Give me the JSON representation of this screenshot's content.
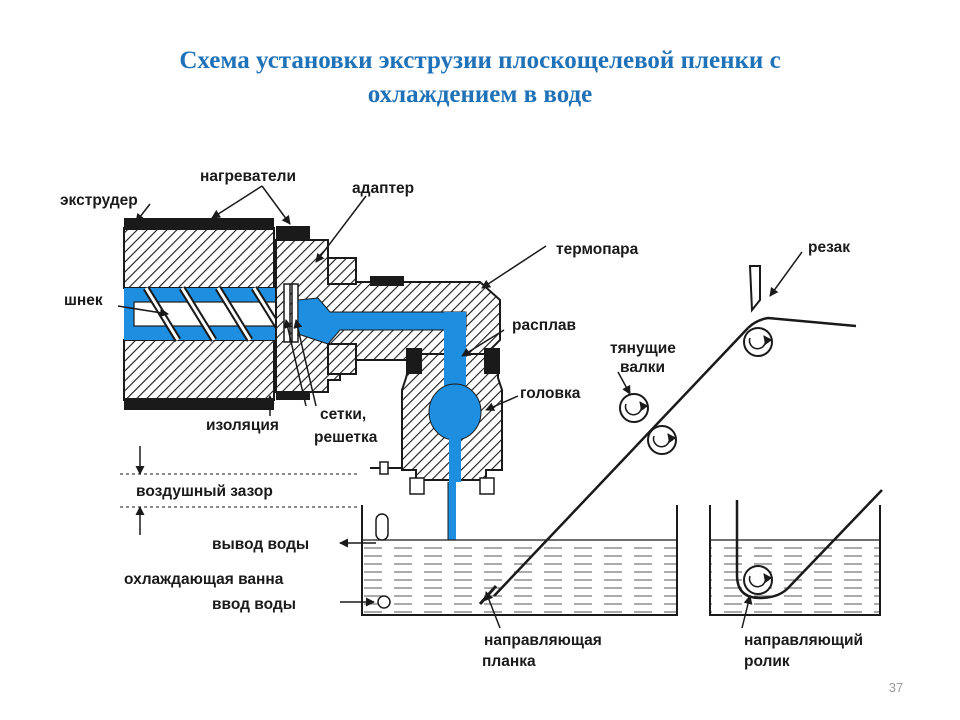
{
  "title": {
    "line1": "Схема установки экструзии плоскощелевой пленки с",
    "line2": "охлаждением в воде"
  },
  "labels": {
    "extruder": "экструдер",
    "heaters": "нагреватели",
    "adapter": "адаптер",
    "thermocouple": "термопара",
    "screw": "шнек",
    "melt": "расплав",
    "head": "головка",
    "insulation": "изоляция",
    "screens_1": "сетки,",
    "screens_2": "решетка",
    "pull_rolls_1": "тянущие",
    "pull_rolls_2": "валки",
    "cutter": "резак",
    "air_gap": "воздушный зазор",
    "water_outlet": "вывод воды",
    "cooling_bath": "охлаждающая ванна",
    "water_inlet": "ввод воды",
    "guide_bar_1": "направляющая",
    "guide_bar_2": "планка",
    "guide_roller_1": "направляющий",
    "guide_roller_2": "ролик"
  },
  "page_number": "37",
  "colors": {
    "title": "#1f72b8",
    "melt": "#1e8fe0",
    "ink": "#1a1a1a"
  }
}
